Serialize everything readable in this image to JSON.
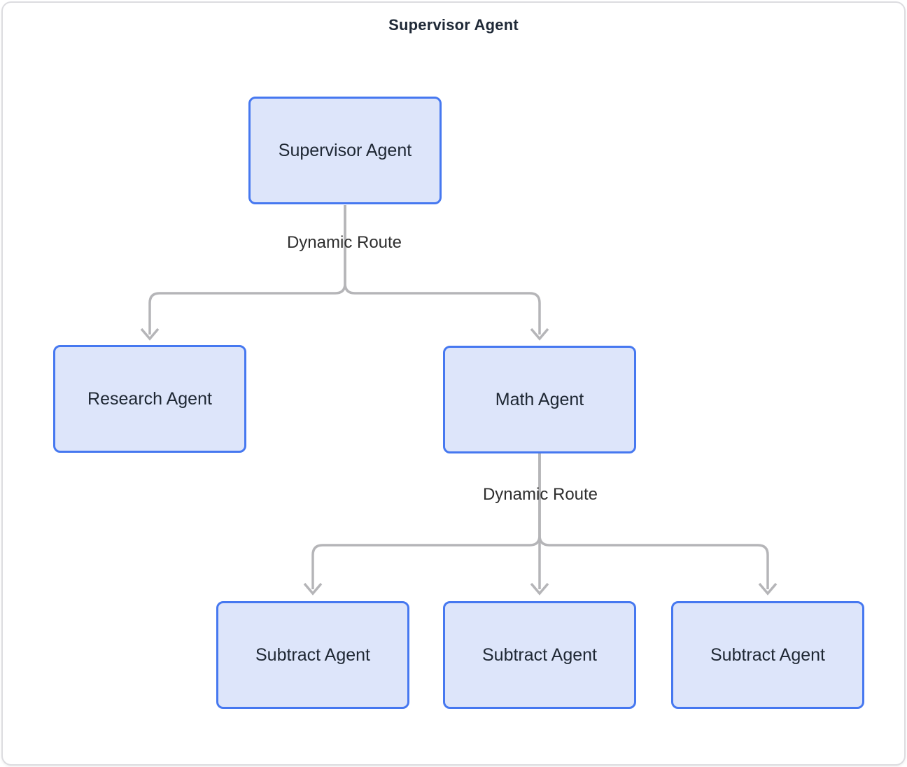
{
  "diagram": {
    "title": "Supervisor Agent",
    "nodes": [
      {
        "id": "supervisor",
        "label": "Supervisor Agent"
      },
      {
        "id": "research",
        "label": "Research Agent"
      },
      {
        "id": "math",
        "label": "Math Agent"
      },
      {
        "id": "subtract-1",
        "label": "Subtract Agent"
      },
      {
        "id": "subtract-2",
        "label": "Subtract Agent"
      },
      {
        "id": "subtract-3",
        "label": "Subtract Agent"
      }
    ],
    "edges": [
      {
        "id": "supervisor-to-research",
        "from": "supervisor",
        "to": "research",
        "label": "Dynamic Route"
      },
      {
        "id": "supervisor-to-math",
        "from": "supervisor",
        "to": "math",
        "label": "Dynamic Route"
      },
      {
        "id": "math-to-subtract-1",
        "from": "math",
        "to": "subtract-1",
        "label": "Dynamic Route"
      },
      {
        "id": "math-to-subtract-2",
        "from": "math",
        "to": "subtract-2",
        "label": "Dynamic Route"
      },
      {
        "id": "math-to-subtract-3",
        "from": "math",
        "to": "subtract-3",
        "label": "Dynamic Route"
      }
    ],
    "edge_labels": [
      {
        "id": "route-1",
        "label": "Dynamic Route"
      },
      {
        "id": "route-2",
        "label": "Dynamic Route"
      }
    ],
    "colors": {
      "node_fill": "#dde5fa",
      "node_border": "#4678f0",
      "node_text": "#1e2733",
      "edge": "#b5b5b8",
      "frame_border": "#dcdce0",
      "background": "#ffffff",
      "label_text": "#2e2e2e",
      "title_text": "#1f2937"
    }
  }
}
